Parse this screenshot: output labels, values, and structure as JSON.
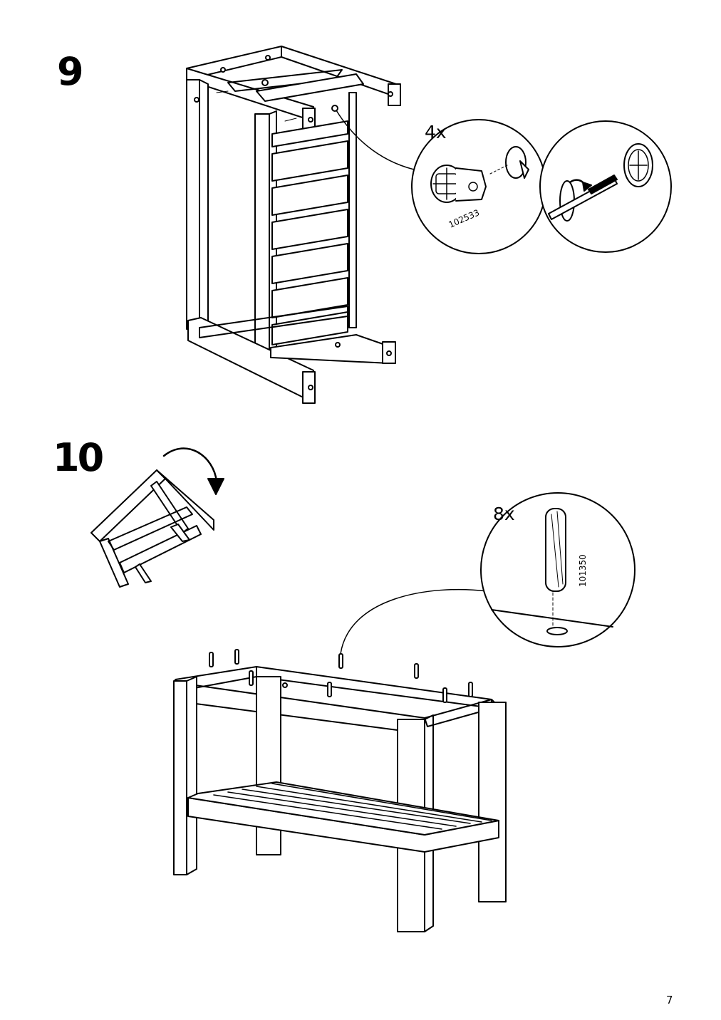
{
  "steps": [
    {
      "number": "9",
      "callout": {
        "quantity": "4x",
        "part_number": "102533"
      }
    },
    {
      "number": "10",
      "callout": {
        "quantity": "8x",
        "part_number": "101350"
      }
    }
  ],
  "footer": {
    "page_number": "7"
  }
}
